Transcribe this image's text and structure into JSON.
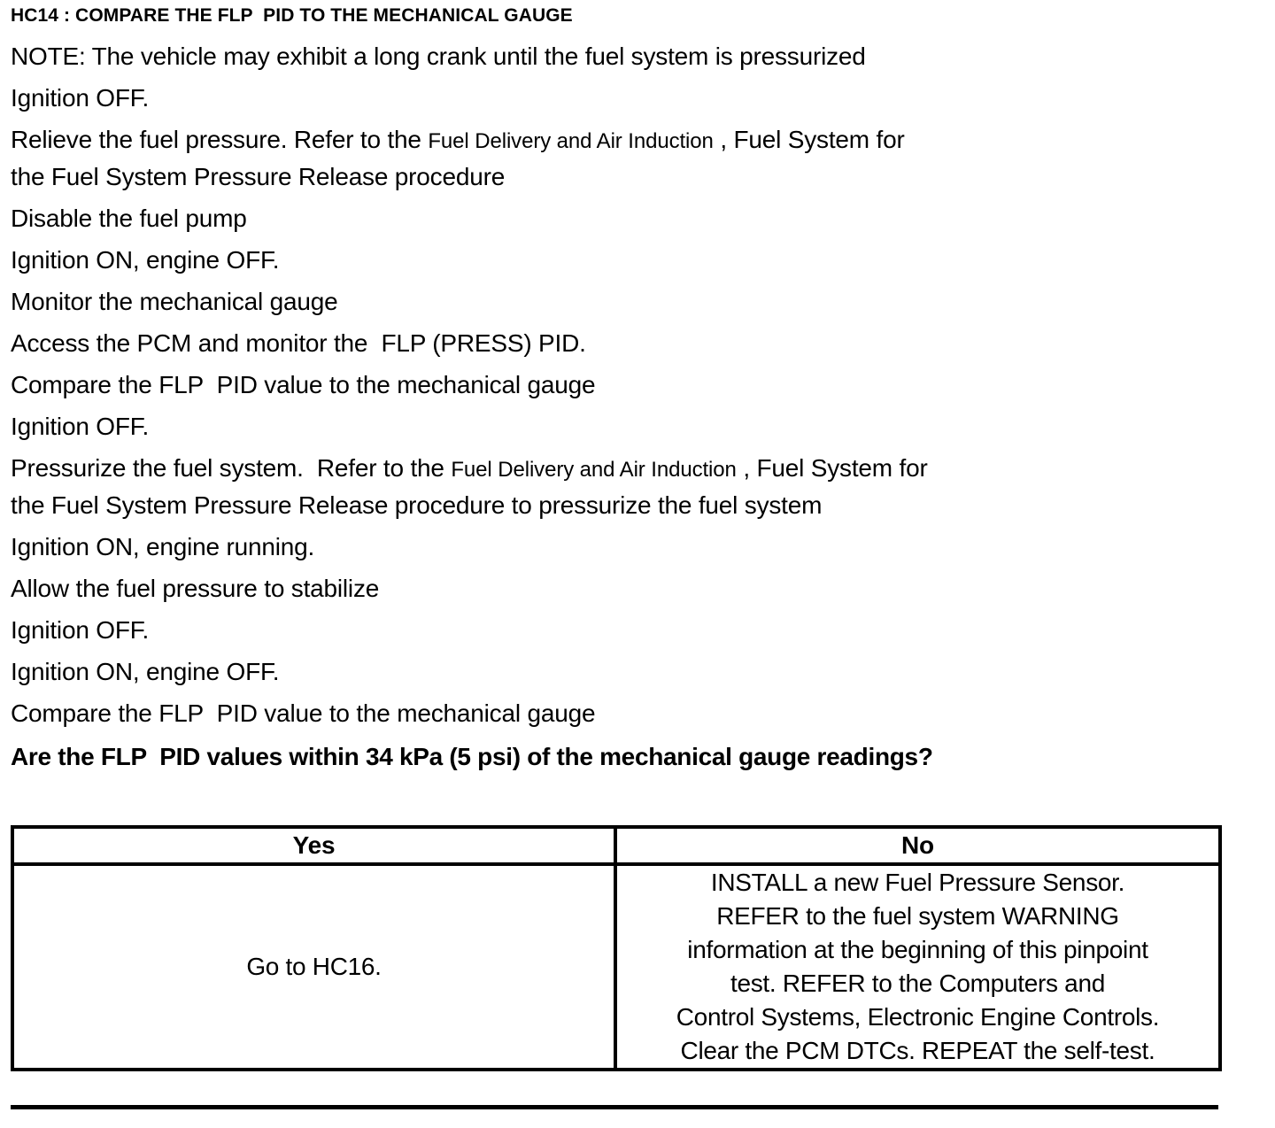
{
  "document": {
    "title": "HC14 : COMPARE THE FLP  PID TO THE MECHANICAL GAUGE",
    "question": "Are the FLP  PID values within 34 kPa (5 psi) of the mechanical gauge readings?"
  },
  "steps": [
    {
      "text": "NOTE: The vehicle may exhibit a long crank until the fuel system is pressurized"
    },
    {
      "text": "Ignition OFF."
    },
    {
      "pre": "Relieve the fuel pressure. Refer to the ",
      "xref": "Fuel Delivery and Air Induction",
      "post": " , Fuel System for\nthe Fuel System Pressure Release procedure"
    },
    {
      "text": "Disable the fuel pump"
    },
    {
      "text": "Ignition ON, engine OFF."
    },
    {
      "text": "Monitor the mechanical gauge"
    },
    {
      "text": "Access the PCM and monitor the  FLP (PRESS) PID."
    },
    {
      "text": "Compare the FLP  PID value to the mechanical gauge"
    },
    {
      "text": "Ignition OFF."
    },
    {
      "pre": "Pressurize the fuel system.  Refer to the ",
      "xref": "Fuel Delivery and Air Induction",
      "post": " , Fuel System for\nthe Fuel System Pressure Release procedure to pressurize the fuel system"
    },
    {
      "text": "Ignition ON, engine running."
    },
    {
      "text": "Allow the fuel pressure to stabilize"
    },
    {
      "text": "Ignition OFF."
    },
    {
      "text": "Ignition ON, engine OFF."
    },
    {
      "text": "Compare the FLP  PID value to the mechanical gauge"
    }
  ],
  "result_table": {
    "headers": {
      "yes": "Yes",
      "no": "No"
    },
    "cells": {
      "yes": "Go to HC16.",
      "no": "INSTALL a new Fuel Pressure Sensor.\nREFER to the fuel system WARNING\ninformation at the beginning of this pinpoint\ntest. REFER to the Computers and\nControl Systems, Electronic Engine Controls.\nClear the PCM DTCs. REPEAT the self-test."
    }
  },
  "colors": {
    "ink": "#000000",
    "paper": "#ffffff"
  }
}
